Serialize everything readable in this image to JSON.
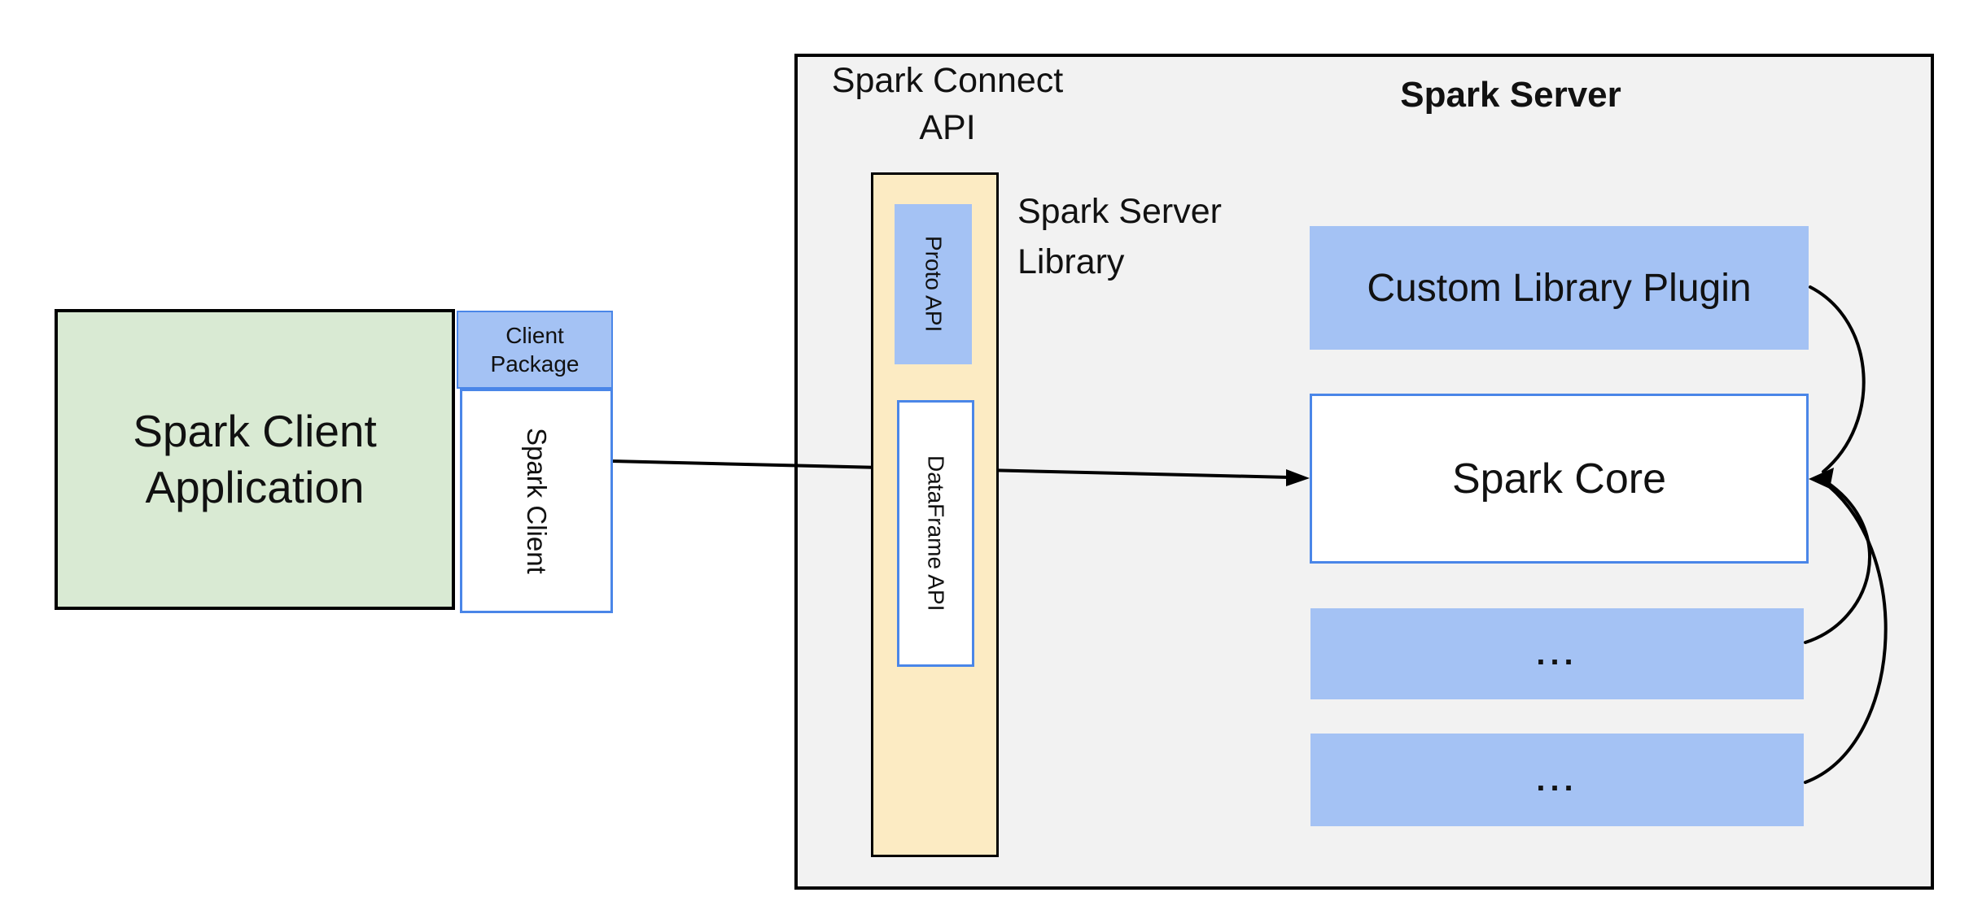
{
  "client": {
    "application": "Spark Client Application",
    "package": "Client Package",
    "spark_client": "Spark Client"
  },
  "connect": {
    "api": "Spark Connect API",
    "proto": "Proto API",
    "dataframe": "DataFrame API",
    "library": "Spark Server Library"
  },
  "server": {
    "title": "Spark Server",
    "plugin": "Custom Library Plugin",
    "core": "Spark Core",
    "more1": "...",
    "more2": "..."
  },
  "colors": {
    "canvas-bg": "#ffffff",
    "panel-bg": "#f2f2f2",
    "panel-border": "#000000",
    "green-fill": "#d9ead3",
    "blue-fill": "#a4c2f4",
    "blue-border": "#4a86e8",
    "yellow-fill": "#fcebc3",
    "line-color": "#000000",
    "text-color": "#111111"
  }
}
